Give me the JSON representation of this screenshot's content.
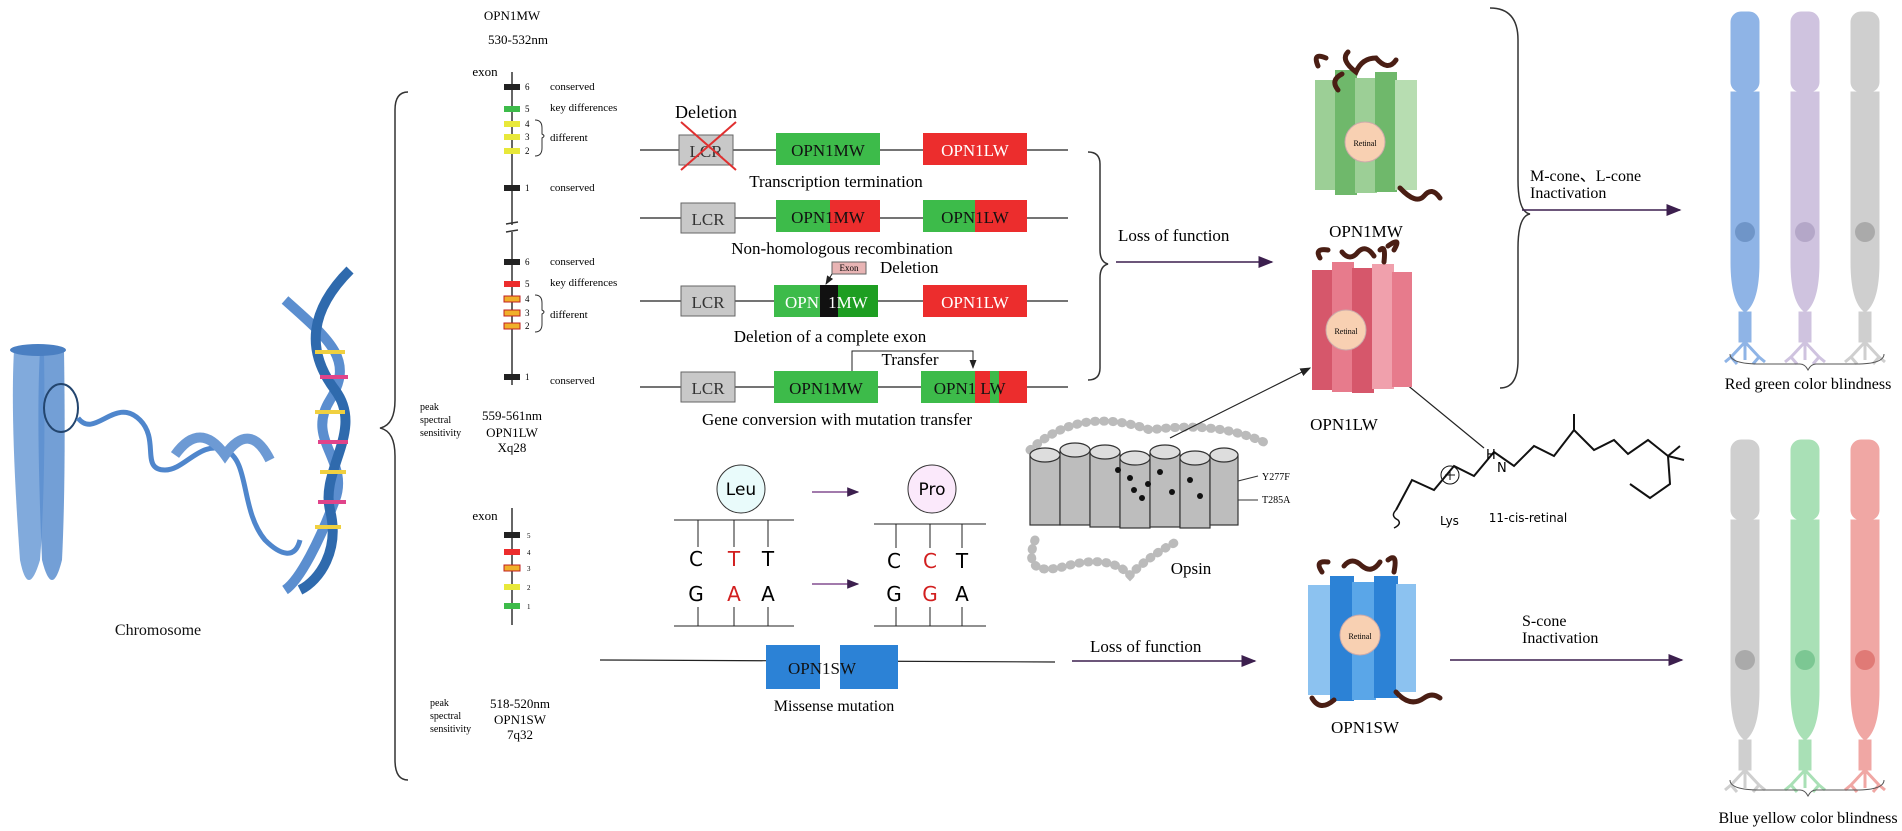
{
  "chromosome": {
    "label": "Chromosome"
  },
  "opn1mw_gene": {
    "name": "OPN1MW",
    "range": "530-532nm",
    "exon_label": "exon",
    "annotations": {
      "conserved_top": "conserved",
      "key_differences": "key differences",
      "different": "different",
      "conserved_bottom": "conserved"
    },
    "exon_numbers": [
      "6",
      "5",
      "4",
      "3",
      "2",
      "1"
    ]
  },
  "opn1lw_gene": {
    "range": "559-561nm",
    "name": "OPN1LW",
    "locus": "Xq28",
    "peak_label": [
      "peak",
      "spectral",
      "sensitivity"
    ],
    "annotations": {
      "conserved_top": "conserved",
      "key_differences": "key differences",
      "different": "different",
      "conserved_bottom": "conserved"
    },
    "exon_numbers": [
      "6",
      "5",
      "4",
      "3",
      "2",
      "1"
    ]
  },
  "opn1sw_gene": {
    "exon_label": "exon",
    "exon_numbers": [
      "5",
      "4",
      "3",
      "2",
      "1"
    ],
    "range": "518-520nm",
    "name": "OPN1SW",
    "locus": "7q32",
    "peak_label": [
      "peak",
      "spectral",
      "sensitivity"
    ]
  },
  "mechanisms": {
    "deletion_title": "Deletion",
    "lcr": "LCR",
    "opn1mw": "OPN1MW",
    "opn1lw": "OPN1LW",
    "opn_prefix": "OPN",
    "one_mw": "1MW",
    "opn1_prefix": "OPN1",
    "lw_suffix": "LW",
    "row1_caption": "Transcription termination",
    "row2_caption": "Non-homologous recombination",
    "exon_box": "Exon",
    "row3_deletion": "Deletion",
    "row3_caption": "Deletion of a complete exon",
    "transfer": "Transfer",
    "row4_caption": "Gene conversion with mutation transfer"
  },
  "mutation": {
    "amino_from": "Leu",
    "amino_to": "Pro",
    "codon_from_top": [
      "C",
      "T",
      "T"
    ],
    "codon_from_bottom": [
      "G",
      "A",
      "A"
    ],
    "codon_to_top": [
      "C",
      "C",
      "T"
    ],
    "codon_to_bottom": [
      "G",
      "G",
      "A"
    ],
    "gene_box": "OPN1SW",
    "caption": "Missense mutation"
  },
  "loss_top": "Loss of function",
  "loss_bottom": "Loss of function",
  "opsin": {
    "label": "Opsin",
    "mut1": "Y277F",
    "mut2": "T285A"
  },
  "retinal_chem": {
    "h": "H",
    "n": "N",
    "lys": "Lys",
    "name": "11-cis-retinal"
  },
  "proteins": {
    "mw": {
      "label": "OPN1MW",
      "inner": "Retinal"
    },
    "lw": {
      "label": "OPN1LW",
      "inner": "Retinal"
    },
    "sw": {
      "label": "OPN1SW",
      "inner": "Retinal"
    }
  },
  "outcome_top": {
    "line1": "M-cone、L-cone",
    "line2": "Inactivation",
    "result": "Red green color blindness"
  },
  "outcome_bottom": {
    "line1": "S-cone",
    "line2": "Inactivation",
    "result": "Blue yellow color blindness"
  },
  "colors": {
    "green": "#3dbb4a",
    "red": "#ec2d2d",
    "blue": "#2c82d6",
    "lcr_gray": "#c8c8c8",
    "protein_green": "#a8d8a6",
    "protein_red": "#e77b8c",
    "protein_blue": "#5aa6e8",
    "cone_blue": "#8fb4e6",
    "cone_lavender": "#cfc3df",
    "cone_gray": "#cfcfcf",
    "cone_green": "#a9e0b6",
    "cone_red": "#f0a7a4",
    "arrow": "#3c1f4e"
  }
}
